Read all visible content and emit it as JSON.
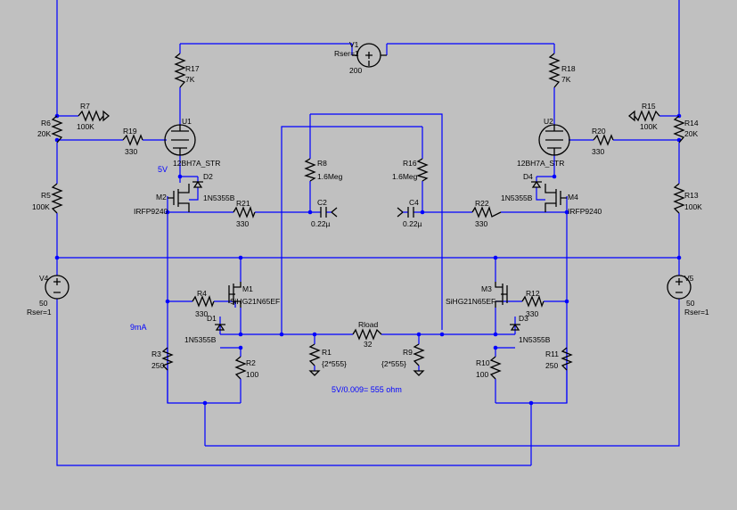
{
  "labels": {
    "V1": "V1",
    "V1_rser": "Rser=1",
    "V1_val": "200",
    "R17": "R17",
    "R17_val": "7K",
    "R18": "R18",
    "R18_val": "7K",
    "R7": "R7",
    "R7_val": "100K",
    "R15": "R15",
    "R15_val": "100K",
    "R6": "R6",
    "R6_val": "20K",
    "R14": "R14",
    "R14_val": "20K",
    "R19": "R19",
    "R19_val": "330",
    "R20": "R20",
    "R20_val": "330",
    "U1": "U1",
    "U1_model": "12BH7A_STR",
    "U2": "U2",
    "U2_model": "12BH7A_STR",
    "R8": "R8",
    "R8_val": "1.6Meg",
    "R16": "R16",
    "R16_val": "1.6Meg",
    "R5": "R5",
    "R5_val": "100K",
    "R13": "R13",
    "R13_val": "100K",
    "M2": "M2",
    "M2_model": "IRFP9240",
    "M4": "M4",
    "M4_model": "IRFP9240",
    "D2": "D2",
    "D2_model": "1N5355B",
    "D4": "D4",
    "D4_model": "1N5355B",
    "R21": "R21",
    "R21_val": "330",
    "R22": "R22",
    "R22_val": "330",
    "C2": "C2",
    "C2_val": "0.22µ",
    "C4": "C4",
    "C4_val": "0.22µ",
    "V4": "V4",
    "V4_val": "50",
    "V4_rser": "Rser=1",
    "V5": "V5",
    "V5_val": "50",
    "V5_rser": "Rser=1",
    "M1": "M1",
    "M1_model": "SiHG21N65EF",
    "M3": "M3",
    "M3_model": "SiHG21N65EF",
    "R4": "R4",
    "R4_val": "330",
    "R12": "R12",
    "R12_val": "330",
    "D1": "D1",
    "D1_model": "1N5355B",
    "D3": "D3",
    "D3_model": "1N5355B",
    "Rload": "Rload",
    "Rload_val": "32",
    "R1": "R1",
    "R1_val": "{2*555}",
    "R9": "R9",
    "R9_val": "{2*555}",
    "R3": "R3",
    "R3_val": "250",
    "R2": "R2",
    "R2_val": "100",
    "R10": "R10",
    "R10_val": "100",
    "R11": "R11",
    "R11_val": "250"
  },
  "notes": {
    "v5": "5V",
    "i9": "9mA",
    "calc": "5V/0.009= 555 ohm"
  },
  "colors": {
    "background": "#c0c0c0",
    "wire": "#0000ff",
    "component": "#000000",
    "note": "#0000ff"
  }
}
